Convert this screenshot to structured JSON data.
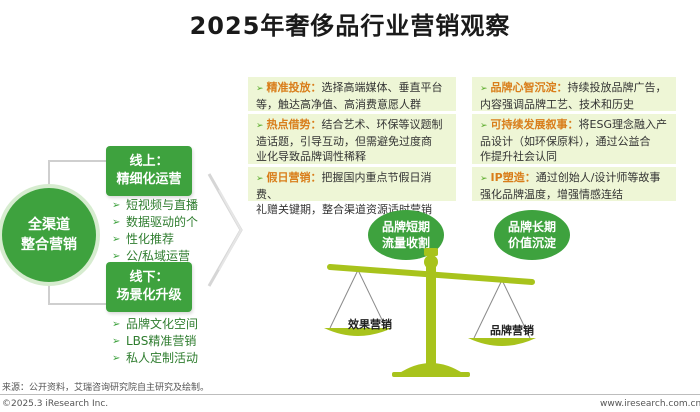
{
  "title": "2025年奢侈品行业营销观察",
  "hub": {
    "line1": "全渠道",
    "line2": "整合营销"
  },
  "online": {
    "line1": "线上：",
    "line2": "精细化运营",
    "bullets": [
      "短视频与直播",
      "数据驱动的个",
      "性化推荐",
      "公/私域运营"
    ]
  },
  "offline": {
    "line1": "线下：",
    "line2": "场景化升级",
    "bullets": [
      "品牌文化空间",
      "LBS精准营销",
      "私人定制活动"
    ]
  },
  "left_cards": [
    {
      "head": "精准投放：",
      "lines": [
        "选择高端媒体、垂直平台",
        "等，触达高净值、高消费意愿人群"
      ]
    },
    {
      "head": "热点借势：",
      "lines": [
        "结合艺术、环保等议题制",
        "造话题，引导互动，但需避免过度商",
        "业化导致品牌调性稀释"
      ]
    },
    {
      "head": "假日营销：",
      "lines": [
        "把握国内重点节假日消费、",
        "礼赠关键期，整合渠道资源适时营销"
      ]
    }
  ],
  "right_cards": [
    {
      "head": "品牌心智沉淀：",
      "lines": [
        "持续投放品牌广告，",
        "内容强调品牌工艺、技术和历史"
      ]
    },
    {
      "head": "可持续发展叙事：",
      "lines": [
        "将ESG理念融入产",
        "品设计（如环保原料），通过公益合",
        "作提升社会认同"
      ]
    },
    {
      "head": "IP塑造：",
      "lines": [
        "通过创始人/设计师等故事",
        "强化品牌温度，增强情感连结"
      ]
    }
  ],
  "bubble_short": {
    "line1": "品牌短期",
    "line2": "流量收割"
  },
  "bubble_long": {
    "line1": "品牌长期",
    "line2": "价值沉淀"
  },
  "pan_left_label": "效果营销",
  "pan_right_label": "品牌营销",
  "colors": {
    "green": "#3ea23e",
    "card_bg": "#eef6d6",
    "heading": "#d97d1a",
    "scale": "#a8c31c"
  },
  "footer": {
    "source": "来源：公开资料，艾瑞咨询研究院自主研究及绘制。",
    "copyright": "©2025.3 iResearch Inc.",
    "website": "www.iresearch.com.cn"
  }
}
